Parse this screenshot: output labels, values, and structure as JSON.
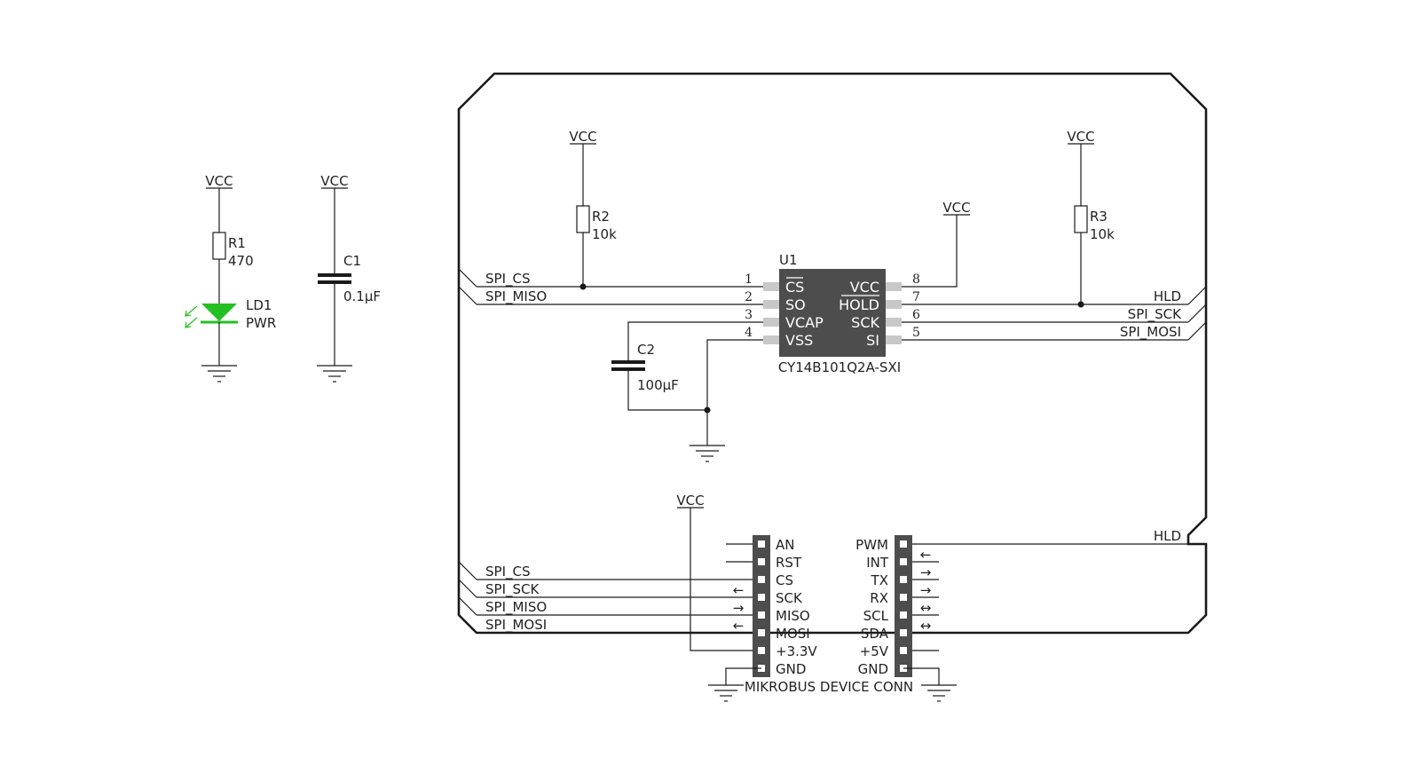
{
  "labels": {
    "vcc": "VCC",
    "r1_ref": "R1",
    "r1_value": "470",
    "ld1_ref": "LD1",
    "ld1_value": "PWR",
    "c1_ref": "C1",
    "c1_value": "0.1µF",
    "r2_ref": "R2",
    "r2_value": "10k",
    "r3_ref": "R3",
    "r3_value": "10k",
    "c2_ref": "C2",
    "c2_value": "100µF",
    "u1_ref": "U1",
    "u1_part": "CY14B101Q2A-SXI",
    "connector": "MIKROBUS DEVICE CONN"
  },
  "chip": {
    "left_pins": [
      {
        "num": "1",
        "name": "CS",
        "net": "SPI_CS",
        "overline": true
      },
      {
        "num": "2",
        "name": "SO",
        "net": "SPI_MISO",
        "overline": false
      },
      {
        "num": "3",
        "name": "VCAP",
        "net": "",
        "overline": false
      },
      {
        "num": "4",
        "name": "VSS",
        "net": "",
        "overline": false
      }
    ],
    "right_pins": [
      {
        "num": "8",
        "name": "VCC",
        "net": "",
        "overline": false
      },
      {
        "num": "7",
        "name": "HOLD",
        "net": "HLD",
        "overline": true
      },
      {
        "num": "6",
        "name": "SCK",
        "net": "SPI_SCK",
        "overline": false
      },
      {
        "num": "5",
        "name": "SI",
        "net": "SPI_MOSI",
        "overline": false
      }
    ]
  },
  "mikrobus": {
    "left": [
      {
        "name": "AN",
        "net": "",
        "arrow": ""
      },
      {
        "name": "RST",
        "net": "",
        "arrow": ""
      },
      {
        "name": "CS",
        "net": "SPI_CS",
        "arrow": ""
      },
      {
        "name": "SCK",
        "net": "SPI_SCK",
        "arrow": "←"
      },
      {
        "name": "MISO",
        "net": "SPI_MISO",
        "arrow": "→"
      },
      {
        "name": "MOSI",
        "net": "SPI_MOSI",
        "arrow": "←"
      },
      {
        "name": "+3.3V",
        "net": "",
        "arrow": ""
      },
      {
        "name": "GND",
        "net": "",
        "arrow": ""
      }
    ],
    "right": [
      {
        "name": "PWM",
        "net": "HLD",
        "arrow": ""
      },
      {
        "name": "INT",
        "net": "",
        "arrow": "←"
      },
      {
        "name": "TX",
        "net": "",
        "arrow": "→"
      },
      {
        "name": "RX",
        "net": "",
        "arrow": "→"
      },
      {
        "name": "SCL",
        "net": "",
        "arrow": "↔"
      },
      {
        "name": "SDA",
        "net": "",
        "arrow": "↔"
      },
      {
        "name": "+5V",
        "net": "",
        "arrow": ""
      },
      {
        "name": "GND",
        "net": "",
        "arrow": ""
      }
    ]
  },
  "colors": {
    "wire": "#1a1a1a",
    "chip_body": "#4d4d4d",
    "chip_pin": "#c8c8c8",
    "led": "#22c022",
    "arrow": "#e8455a"
  }
}
